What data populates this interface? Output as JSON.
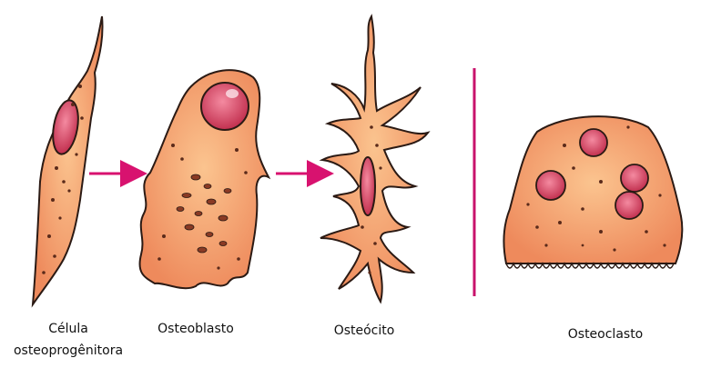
{
  "labels": {
    "osteoprogenitor_line1": "Célula",
    "osteoprogenitor_line2": "osteoprogênitora",
    "osteoblast": "Osteoblasto",
    "osteocyte": "Osteócito",
    "osteoclast": "Osteoclasto"
  },
  "colors": {
    "cell_fill": "#f4a36f",
    "cell_outline": "#2b1a14",
    "nucleus": "#d9486a",
    "arrow": "#d8126f",
    "separator": "#c8126b"
  },
  "icons": {
    "arrow": "right-arrow-icon"
  }
}
